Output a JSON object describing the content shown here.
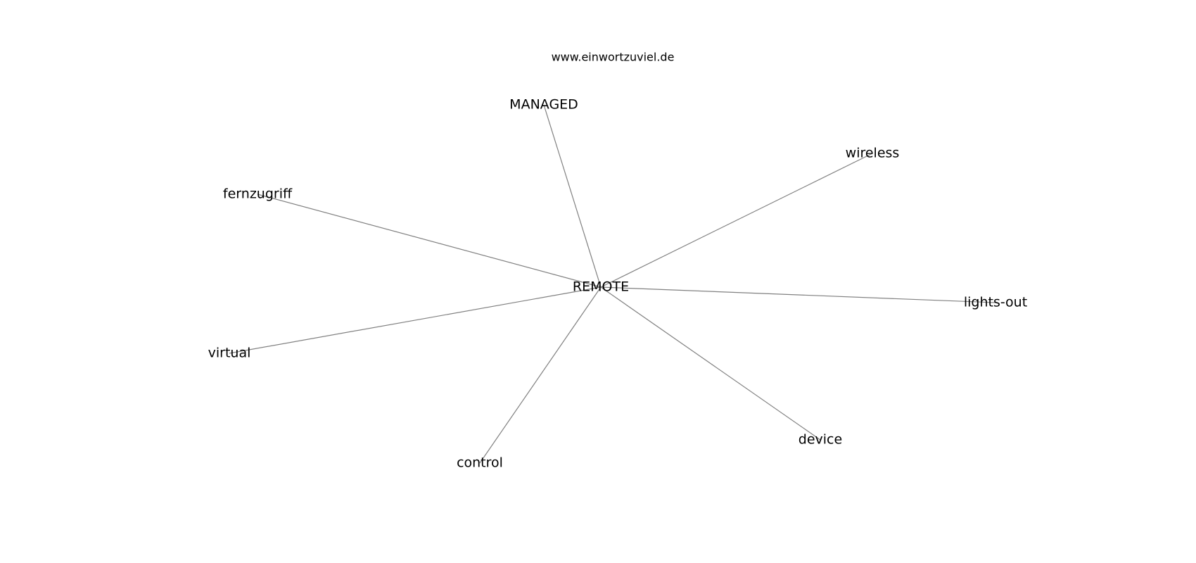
{
  "diagram": {
    "watermark": "www.einwortzuviel.de",
    "center": {
      "id": "remote",
      "label": "REMOTE"
    },
    "nodes": [
      {
        "id": "managed",
        "label": "MANAGED"
      },
      {
        "id": "wireless",
        "label": "wireless"
      },
      {
        "id": "fernzugriff",
        "label": "fernzugriff"
      },
      {
        "id": "lights-out",
        "label": "lights-out"
      },
      {
        "id": "virtual",
        "label": "virtual"
      },
      {
        "id": "device",
        "label": "device"
      },
      {
        "id": "control",
        "label": "control"
      }
    ],
    "edges": [
      {
        "from": "remote",
        "to": "managed"
      },
      {
        "from": "remote",
        "to": "wireless"
      },
      {
        "from": "remote",
        "to": "fernzugriff"
      },
      {
        "from": "remote",
        "to": "lights-out"
      },
      {
        "from": "remote",
        "to": "virtual"
      },
      {
        "from": "remote",
        "to": "device"
      },
      {
        "from": "remote",
        "to": "control"
      }
    ]
  }
}
